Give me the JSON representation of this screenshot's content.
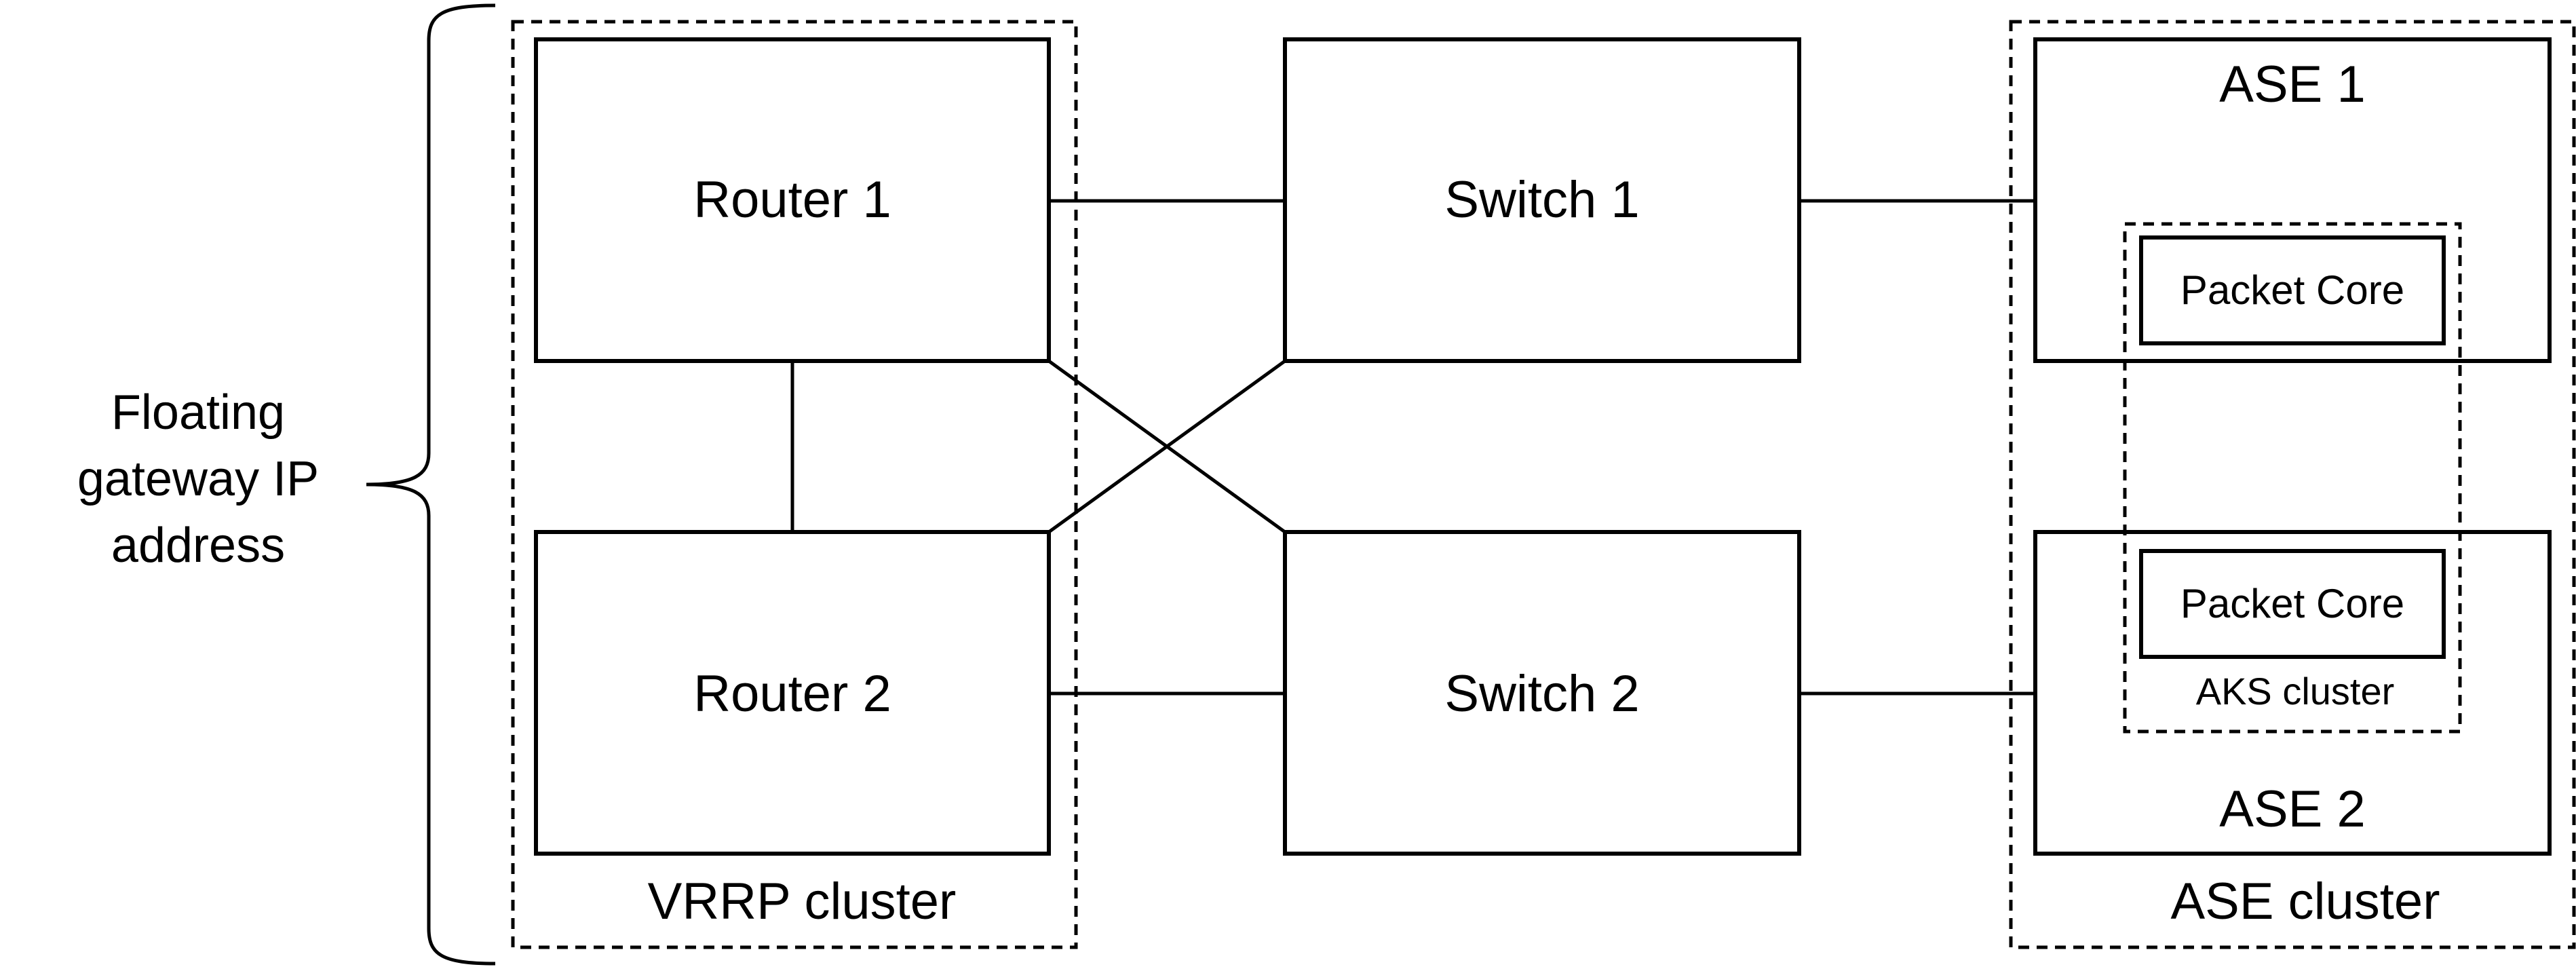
{
  "diagram": {
    "annotation": {
      "line1": "Floating",
      "line2": "gateway IP",
      "line3": "address"
    },
    "nodes": {
      "router1": "Router 1",
      "router2": "Router 2",
      "switch1": "Switch 1",
      "switch2": "Switch 2",
      "ase1": "ASE 1",
      "ase2": "ASE 2",
      "packet_core_1": "Packet Core",
      "packet_core_2": "Packet Core"
    },
    "clusters": {
      "vrrp": "VRRP cluster",
      "ase": "ASE cluster",
      "aks": "AKS cluster"
    },
    "colors": {
      "stroke": "#000000",
      "background": "#ffffff"
    }
  }
}
